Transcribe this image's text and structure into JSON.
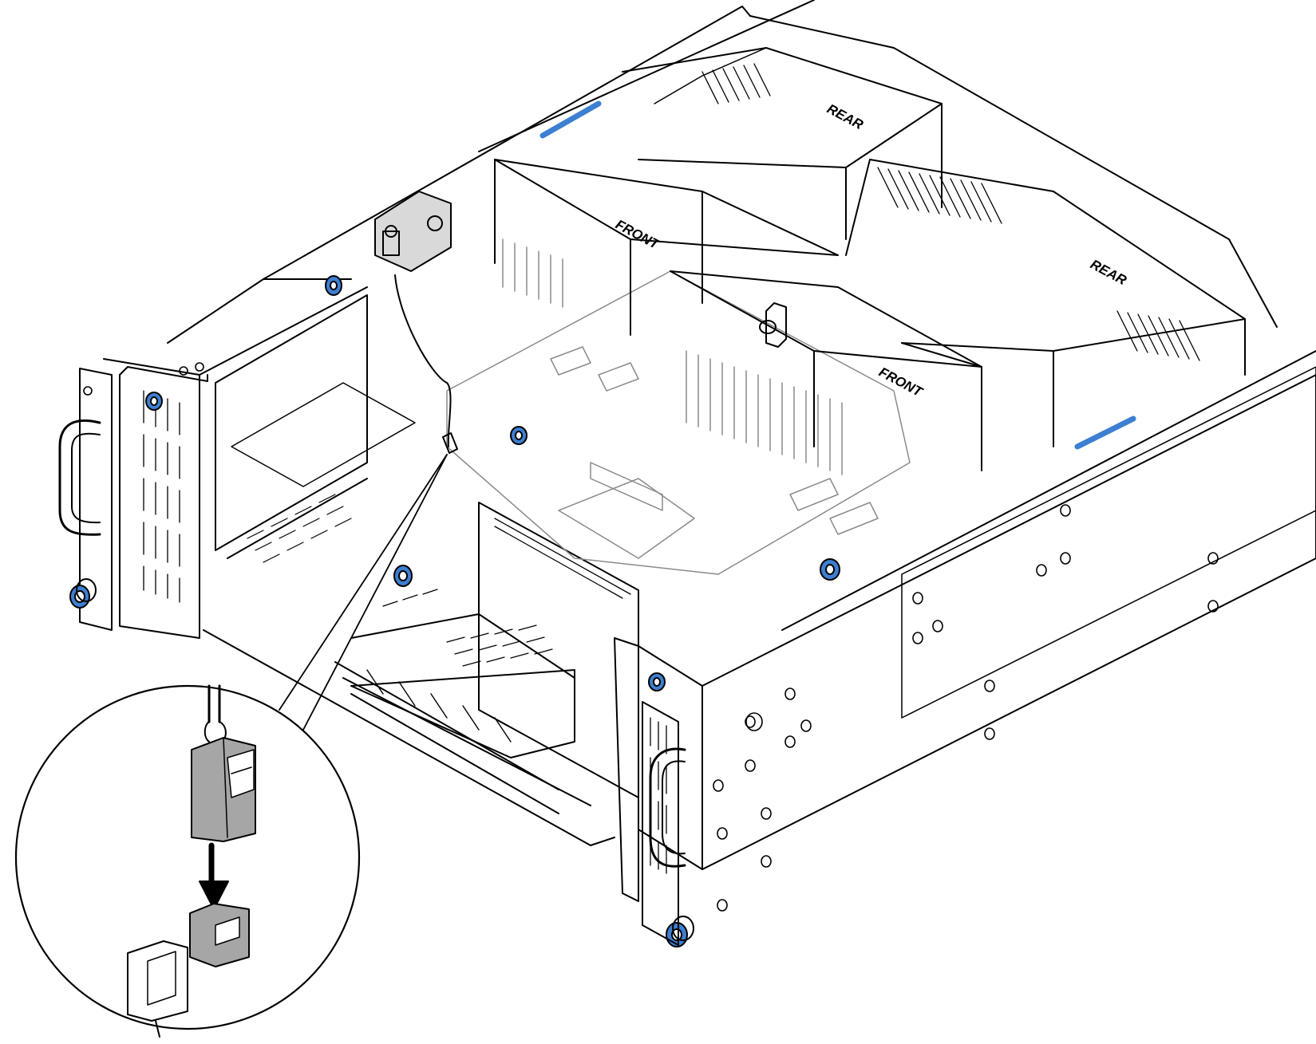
{
  "labels": {
    "rear_top": "REAR",
    "rear_right": "REAR",
    "front_left": "FRONT",
    "front_right": "FRONT"
  },
  "colors": {
    "line": "#000000",
    "accent_blue": "#3d7fd1",
    "connector_gray": "#a6a6a6",
    "light_line": "#8a8a8a",
    "background": "#ffffff"
  }
}
